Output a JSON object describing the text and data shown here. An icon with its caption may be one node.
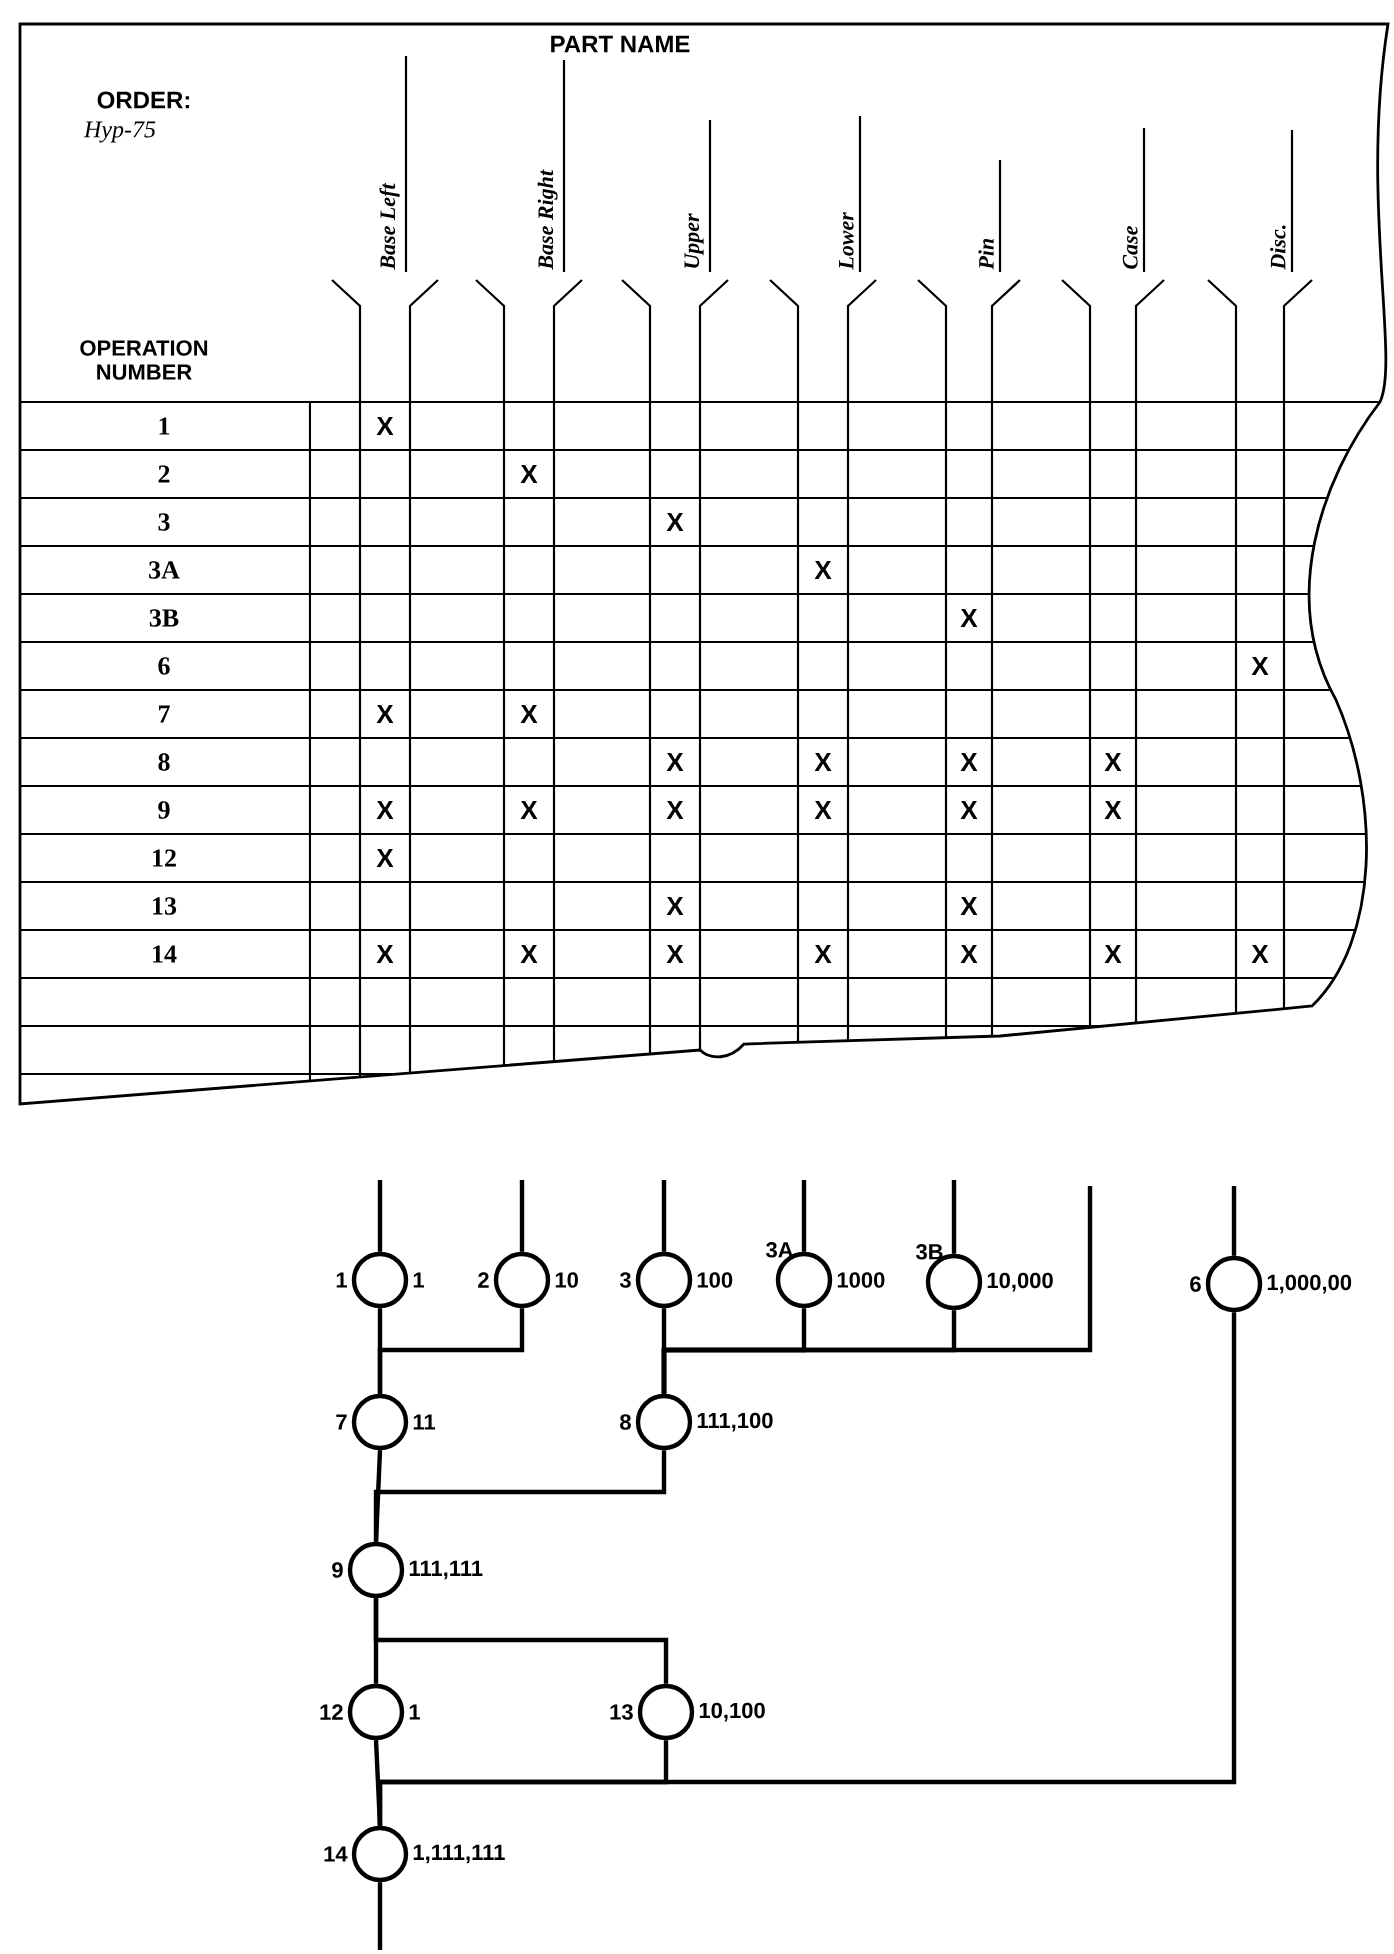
{
  "diagram": {
    "nodes": [
      {
        "text": [],
        "shape": "circle",
        "beside": [
          "1",
          "1"
        ]
      },
      {
        "text": [],
        "shape": "circle",
        "beside": [
          "2",
          "10"
        ]
      },
      {
        "text": [],
        "shape": "circle",
        "beside": [
          "3",
          "100"
        ]
      },
      {
        "text": [],
        "shape": "circle",
        "beside": [
          "3A",
          "1000"
        ]
      },
      {
        "text": [],
        "shape": "circle",
        "beside": [
          "3B",
          "10,000"
        ]
      },
      {
        "text": [],
        "shape": "circle",
        "beside": [
          "6",
          "1,000,00"
        ]
      },
      {
        "text": [],
        "shape": "circle",
        "beside": [
          "7",
          "11"
        ]
      },
      {
        "text": [],
        "shape": "circle",
        "beside": [
          "8",
          "111,100"
        ]
      },
      {
        "text": [],
        "shape": "circle",
        "beside": [
          "9",
          "111,111"
        ]
      },
      {
        "text": [],
        "shape": "circle",
        "beside": [
          "12",
          "1"
        ]
      },
      {
        "text": [],
        "shape": "circle",
        "beside": [
          "13",
          "10,100"
        ]
      },
      {
        "text": [],
        "shape": "circle",
        "beside": [
          "14",
          "1,111,111"
        ]
      }
    ],
    "edges": [
      {
        "from": null,
        "to": 0,
        "arrow": "none"
      },
      {
        "from": null,
        "to": 1,
        "arrow": "none"
      },
      {
        "from": null,
        "to": 2,
        "arrow": "none"
      },
      {
        "from": null,
        "to": 3,
        "arrow": "none"
      },
      {
        "from": null,
        "to": 4,
        "arrow": "none"
      },
      {
        "from": null,
        "to": 7,
        "arrow": "none"
      },
      {
        "from": null,
        "to": 5,
        "arrow": "none"
      },
      {
        "from": 0,
        "to": 6,
        "arrow": "none"
      },
      {
        "from": 1,
        "to": 6,
        "arrow": "none"
      },
      {
        "from": 2,
        "to": 7,
        "arrow": "none"
      },
      {
        "from": 3,
        "to": 7,
        "arrow": "none"
      },
      {
        "from": 4,
        "to": 7,
        "arrow": "none"
      },
      {
        "from": 6,
        "to": 8,
        "arrow": "none"
      },
      {
        "from": 7,
        "to": 8,
        "arrow": "none"
      },
      {
        "from": 8,
        "to": 9,
        "arrow": "none"
      },
      {
        "from": 8,
        "to": 10,
        "arrow": "none"
      },
      {
        "from": 9,
        "to": 11,
        "arrow": "none"
      },
      {
        "from": 10,
        "to": 11,
        "arrow": "none"
      },
      {
        "from": 5,
        "to": 11,
        "arrow": "none"
      },
      {
        "from": 11,
        "to": null,
        "arrow": "none"
      }
    ],
    "labels": [
      "PART NAME",
      "ORDER:",
      "Hyp-75",
      "Base Left",
      "Base Right",
      "Upper",
      "Lower",
      "Pin",
      "Case",
      "Disc.",
      "OPERATION NUMBER",
      "1",
      "X",
      "2",
      "X",
      "3",
      "X",
      "3A",
      "X",
      "3B",
      "X",
      "6",
      "X",
      "7",
      "X",
      "X",
      "8",
      "X",
      "X",
      "X",
      "X",
      "9",
      "X",
      "X",
      "X",
      "X",
      "X",
      "X",
      "12",
      "X",
      "13",
      "X",
      "X",
      "14",
      "X",
      "X",
      "X",
      "X",
      "X",
      "X",
      "X"
    ]
  }
}
